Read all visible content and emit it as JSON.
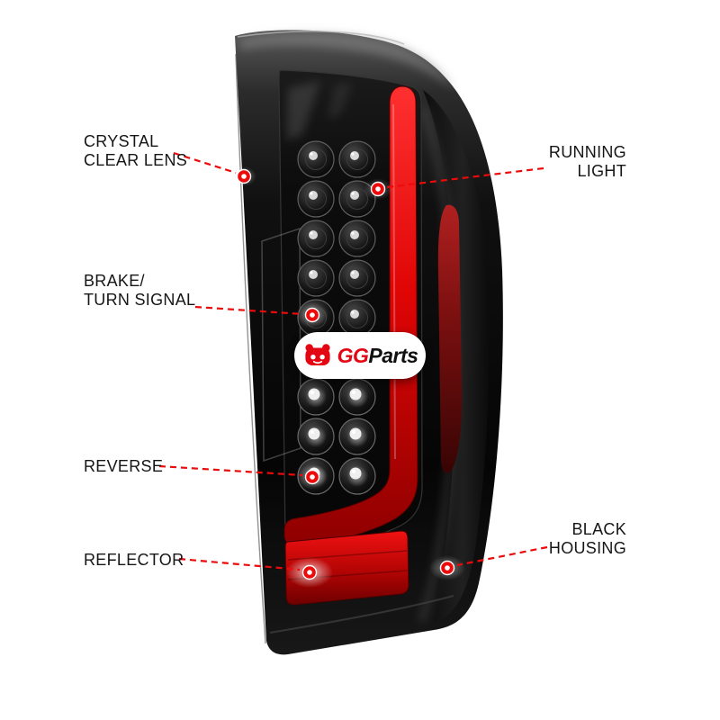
{
  "colors": {
    "background": "#ffffff",
    "leader_red": "#ec0a0a",
    "brand_red": "#e30613",
    "light_bar_red": "#d40000",
    "housing_black": "#0a0a0a",
    "label_text": "#161616"
  },
  "watermark": {
    "mascot_icon": "gg-mascot-icon",
    "text_gg": "GG",
    "text_parts": "Parts"
  },
  "callouts": [
    {
      "id": "crystal-clear-lens",
      "lines": [
        "CRYSTAL",
        "CLEAR LENS"
      ]
    },
    {
      "id": "running-light",
      "lines": [
        "RUNNING",
        "LIGHT"
      ]
    },
    {
      "id": "brake-turn-signal",
      "lines": [
        "BRAKE/",
        "TURN SIGNAL"
      ]
    },
    {
      "id": "reverse",
      "lines": [
        "REVERSE"
      ]
    },
    {
      "id": "reflector",
      "lines": [
        "REFLECTOR"
      ]
    },
    {
      "id": "black-housing",
      "lines": [
        "BLACK",
        "HOUSING"
      ]
    }
  ]
}
